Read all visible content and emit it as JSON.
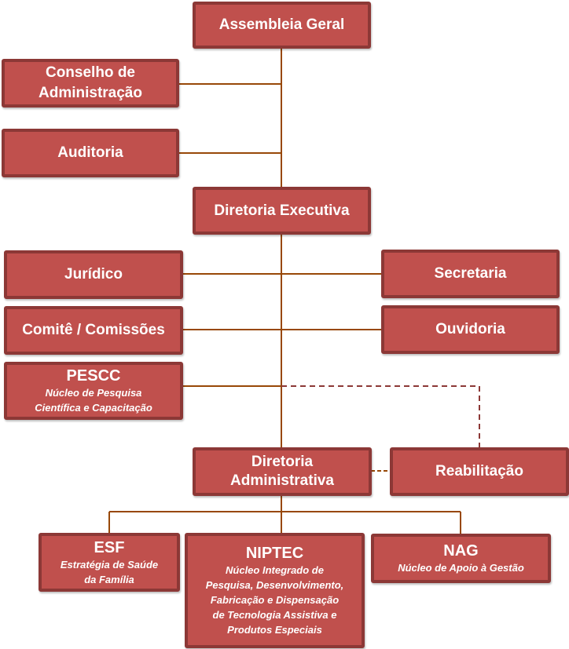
{
  "diagram": {
    "type": "organizational-chart",
    "colors": {
      "box_fill": "#c0504d",
      "box_border": "#8c3836",
      "connector": "#984807",
      "dashed_connector": "#8c3836",
      "text": "#ffffff"
    },
    "nodes": {
      "assembleia": {
        "title": "Assembleia Geral"
      },
      "conselho": {
        "title_line1": "Conselho de",
        "title_line2": "Administração"
      },
      "auditoria": {
        "title": "Auditoria"
      },
      "diretoria_executiva": {
        "title": "Diretoria Executiva"
      },
      "juridico": {
        "title": "Jurídico"
      },
      "secretaria": {
        "title": "Secretaria"
      },
      "comite": {
        "title": "Comitê / Comissões"
      },
      "ouvidoria": {
        "title": "Ouvidoria"
      },
      "pescc": {
        "title": "PESCC",
        "sub_line1": "Núcleo de Pesquisa",
        "sub_line2": "Científica e Capacitação"
      },
      "diretoria_administrativa": {
        "title_line1": "Diretoria",
        "title_line2": "Administrativa"
      },
      "reabilitacao": {
        "title": "Reabilitação"
      },
      "esf": {
        "title": "ESF",
        "sub_line1": "Estratégia de Saúde",
        "sub_line2": "da Família"
      },
      "niptec": {
        "title": "NIPTEC",
        "sub_line1": "Núcleo Integrado de",
        "sub_line2": "Pesquisa, Desenvolvimento,",
        "sub_line3": "Fabricação e Dispensação",
        "sub_line4": "de Tecnologia Assistiva e",
        "sub_line5": "Produtos Especiais"
      },
      "nag": {
        "title": "NAG",
        "sub_line1": "Núcleo de Apoio à Gestão"
      }
    },
    "edges": [
      {
        "from": "Assembleia Geral",
        "to": "Diretoria Executiva",
        "style": "solid"
      },
      {
        "from": "Assembleia Geral",
        "to": "Conselho de Administração",
        "style": "solid"
      },
      {
        "from": "Assembleia Geral",
        "to": "Auditoria",
        "style": "solid"
      },
      {
        "from": "Diretoria Executiva",
        "to": "Jurídico",
        "style": "solid"
      },
      {
        "from": "Diretoria Executiva",
        "to": "Secretaria",
        "style": "solid"
      },
      {
        "from": "Diretoria Executiva",
        "to": "Comitê / Comissões",
        "style": "solid"
      },
      {
        "from": "Diretoria Executiva",
        "to": "Ouvidoria",
        "style": "solid"
      },
      {
        "from": "Diretoria Executiva",
        "to": "PESCC",
        "style": "solid"
      },
      {
        "from": "Diretoria Executiva",
        "to": "Diretoria Administrativa",
        "style": "solid"
      },
      {
        "from": "PESCC",
        "to": "Reabilitação",
        "style": "dashed"
      },
      {
        "from": "Diretoria Administrativa",
        "to": "Reabilitação",
        "style": "dashed"
      },
      {
        "from": "Diretoria Administrativa",
        "to": "ESF",
        "style": "solid"
      },
      {
        "from": "Diretoria Administrativa",
        "to": "NIPTEC",
        "style": "solid"
      },
      {
        "from": "Diretoria Administrativa",
        "to": "NAG",
        "style": "solid"
      }
    ]
  }
}
